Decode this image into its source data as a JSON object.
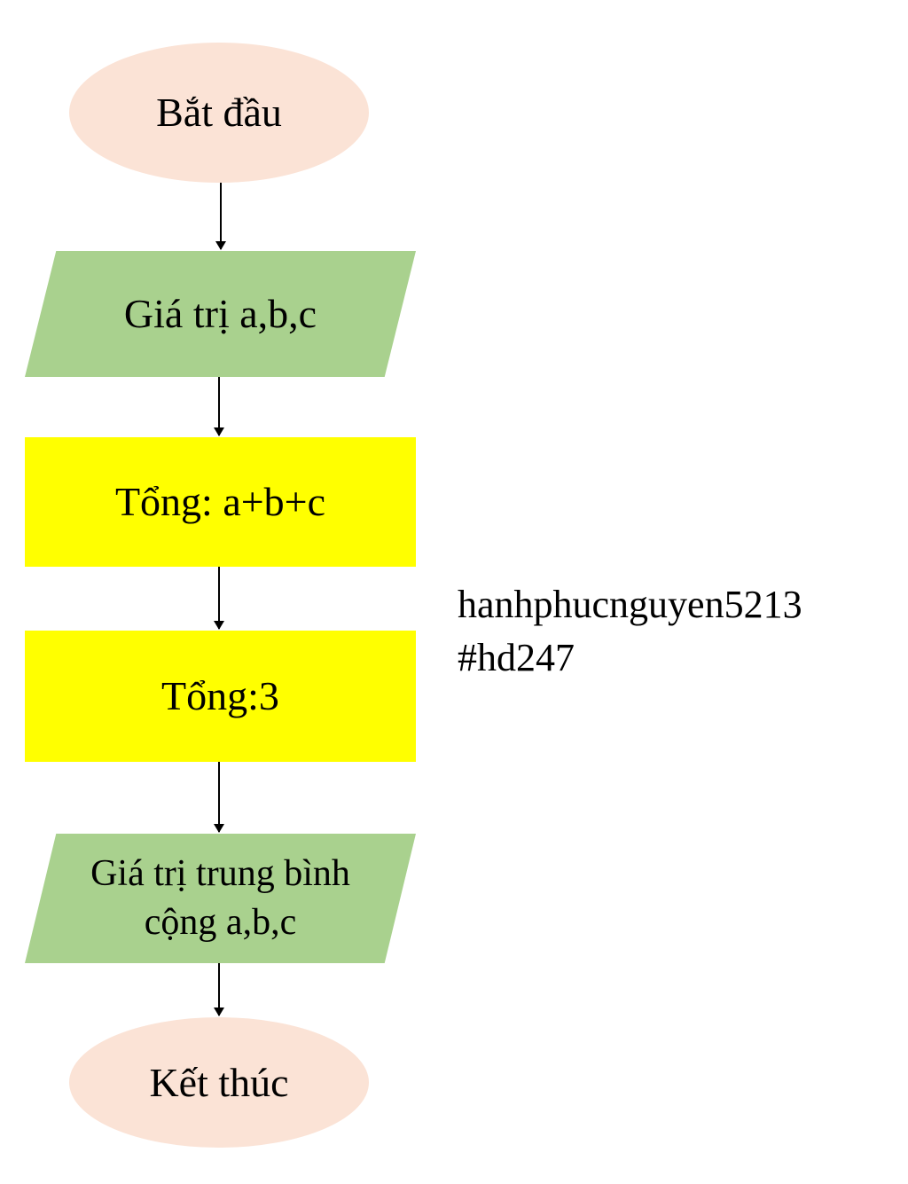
{
  "flowchart": {
    "start": {
      "label": "Bắt đầu"
    },
    "input": {
      "label": "Giá trị a,b,c"
    },
    "sum_formula": {
      "label": "Tổng: a+b+c"
    },
    "sum_value": {
      "label": "Tổng:3"
    },
    "output": {
      "label": "Giá trị trung bình cộng a,b,c"
    },
    "end": {
      "label": "Kết thúc"
    }
  },
  "watermark": {
    "line1": "hanhphucnguyen5213",
    "line2": "#hd247"
  },
  "colors": {
    "terminal": "#fbe3d6",
    "io": "#a9d18e",
    "process": "#ffff00",
    "arrow": "#000000"
  }
}
